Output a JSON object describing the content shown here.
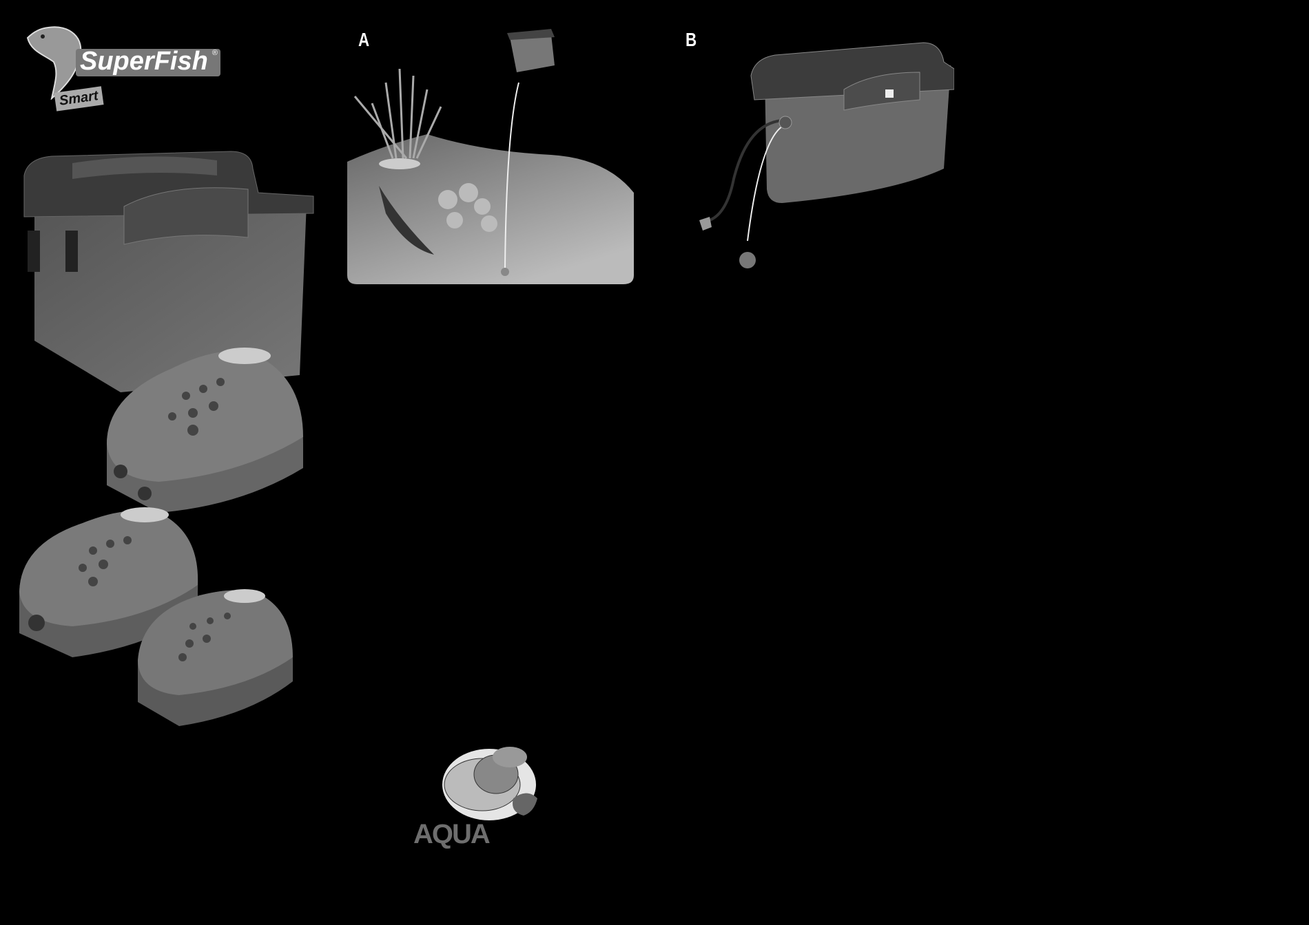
{
  "brand": {
    "name": "SuperFish",
    "registered": "®",
    "subline": "Smart"
  },
  "figures": {
    "a_label": "A",
    "b_label": "B"
  },
  "footer_logo": {
    "text": "AQUA"
  },
  "colors": {
    "background": "#000000",
    "box": "#6a6a6a",
    "lid": "#3c3c3c",
    "pond": "#8a8a8a"
  }
}
